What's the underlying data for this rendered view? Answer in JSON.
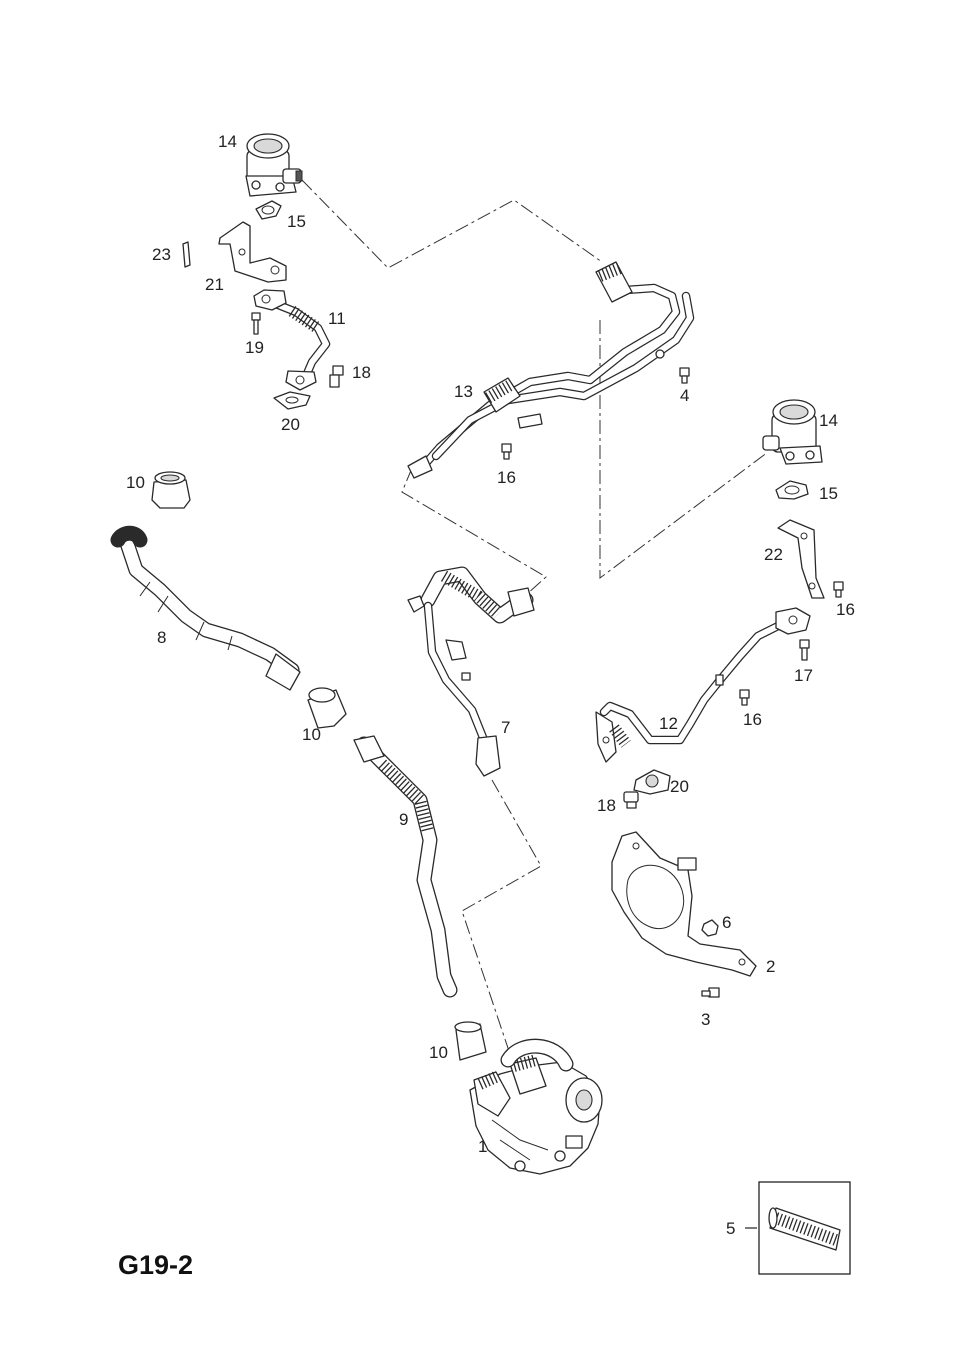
{
  "diagram_code": "G19-2",
  "callouts": {
    "n1": "1",
    "n2": "2",
    "n3": "3",
    "n4": "4",
    "n5": "5",
    "n6": "6",
    "n7": "7",
    "n8": "8",
    "n9": "9",
    "n10": "10",
    "n11": "11",
    "n12": "12",
    "n13": "13",
    "n14": "14",
    "n15": "15",
    "n16": "16",
    "n17": "17",
    "n18": "18",
    "n19": "19",
    "n20": "20",
    "n21": "21",
    "n22": "22",
    "n23": "23"
  }
}
